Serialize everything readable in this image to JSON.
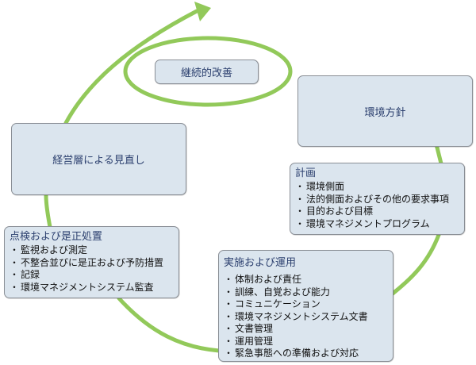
{
  "diagram": {
    "accent_color": "#92c95a",
    "box_color": "#dbe5ee",
    "title_color": "#2b3f6e",
    "continual_improvement": {
      "label": "継続的改善"
    },
    "policy": {
      "label": "環境方針"
    },
    "management_review": {
      "label": "経営層による見直し"
    },
    "planning": {
      "title": "計画",
      "items": [
        "環境側面",
        "法的側面およびその他の要求事項",
        "目的および目標",
        "環境マネジメントプログラム"
      ]
    },
    "implementation": {
      "title": "実施および運用",
      "items": [
        "体制および責任",
        "訓練、自覚および能力",
        "コミュニケーション",
        "環境マネジメントシステム文書",
        "文書管理",
        "運用管理",
        "緊急事態への準備および対応"
      ]
    },
    "checking": {
      "title": "点検および是正処置",
      "items": [
        "監視および測定",
        "不整合並びに是正および予防措置",
        "記録",
        "環境マネジメントシステム監査"
      ]
    },
    "bullet": "・"
  }
}
